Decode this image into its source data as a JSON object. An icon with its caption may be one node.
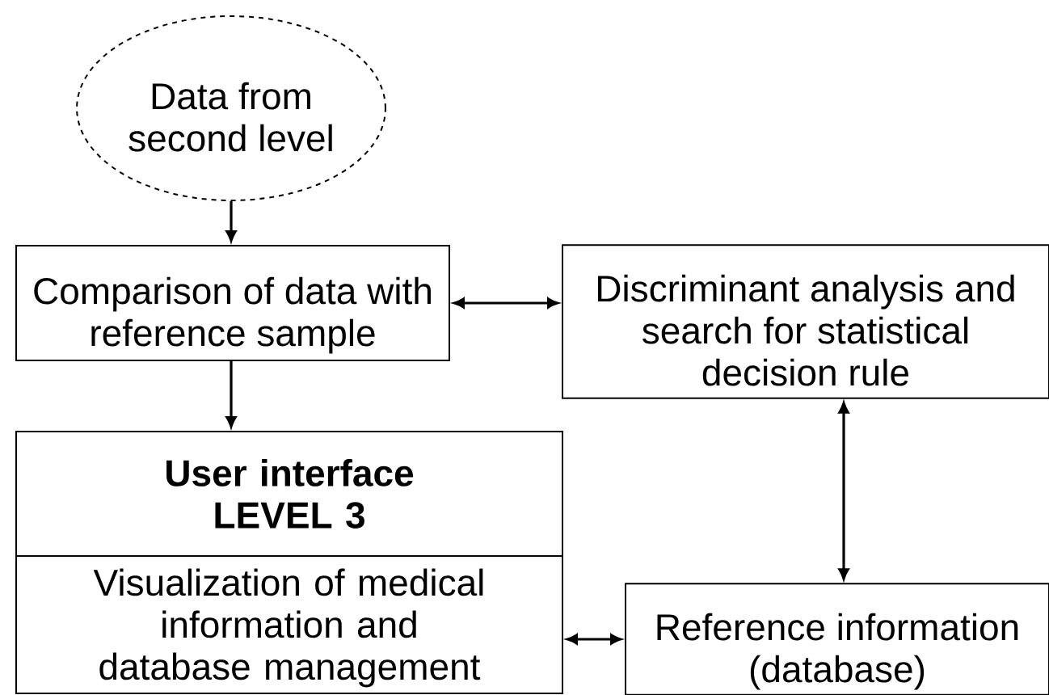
{
  "diagram": {
    "nodes": [
      {
        "text": [
          "Data from second level"
        ]
      },
      {
        "text": [
          "Comparison of data with reference sample"
        ]
      },
      {
        "text": [
          "Discriminant analysis and search for statistical decision rule"
        ]
      },
      {
        "text": [
          "User interface LEVEL 3",
          "Visualization of medical information and database management"
        ]
      },
      {
        "text": [
          "Reference information (database)"
        ]
      }
    ],
    "edges": [
      {
        "from": 0,
        "to": 1,
        "arrow": "to"
      },
      {
        "from": 1,
        "to": 2,
        "arrow": "both"
      },
      {
        "from": 1,
        "to": 3,
        "arrow": "to"
      },
      {
        "from": 2,
        "to": 4,
        "arrow": "both"
      },
      {
        "from": 3,
        "to": 4,
        "arrow": "both"
      }
    ]
  }
}
